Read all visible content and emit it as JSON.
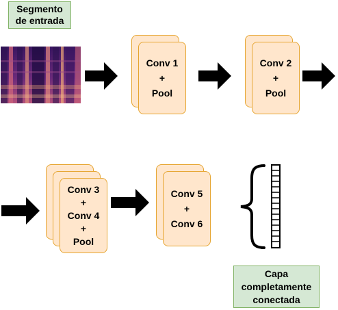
{
  "input_label": {
    "line1": "Segmento",
    "line2": "de entrada"
  },
  "blocks": [
    {
      "lines": [
        "Conv 1",
        "+",
        "Pool"
      ]
    },
    {
      "lines": [
        "Conv 2",
        "+",
        "Pool"
      ]
    },
    {
      "lines": [
        "Conv 3",
        "+",
        "Conv 4",
        "+",
        "Pool"
      ]
    },
    {
      "lines": [
        "Conv 5",
        "+",
        "Conv 6"
      ]
    }
  ],
  "output_label": {
    "line1": "Capa",
    "line2": "completamente",
    "line3": "conectada"
  },
  "colors": {
    "card_fill": "#ffe6cc",
    "card_stroke": "#e6a530",
    "label_fill": "#d5e8d4",
    "label_stroke": "#82b366",
    "arrow": "#000000",
    "spectrogram_dark": "#2b1250",
    "spectrogram_mid": "#8a3a86",
    "spectrogram_bright": "#f0a877"
  }
}
